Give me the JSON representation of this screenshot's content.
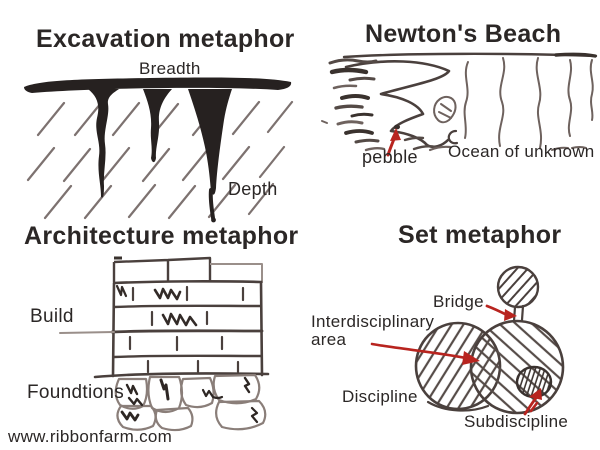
{
  "page": {
    "site_url": "www.ribbonfarm.com"
  },
  "colors": {
    "ink": "#2b2726",
    "sketch_dark": "#4a403d",
    "sketch_mid": "#6e625e",
    "sketch_light": "#9a8f8a",
    "solid_fill": "#262120",
    "annotation_red": "#b8241f"
  },
  "panels": {
    "excavation": {
      "title": "Excavation metaphor",
      "labels": {
        "breadth": "Breadth",
        "depth": "Depth"
      }
    },
    "beach": {
      "title": "Newton's Beach",
      "labels": {
        "pebble": "pebble",
        "ocean": "Ocean of unknown"
      }
    },
    "architecture": {
      "title": "Architecture metaphor",
      "labels": {
        "build": "Build",
        "foundations": "Foundtions"
      }
    },
    "set": {
      "title": "Set metaphor",
      "labels": {
        "bridge": "Bridge",
        "interdisciplinary_line1": "Interdisciplinary",
        "interdisciplinary_line2": "area",
        "discipline": "Discipline",
        "subdiscipline": "Subdiscipline"
      }
    }
  }
}
